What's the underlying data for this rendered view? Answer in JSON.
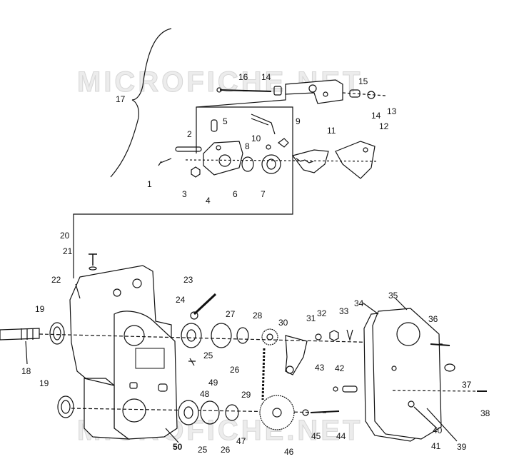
{
  "watermark": "MICROFICHE.NET",
  "colors": {
    "ink": "#111111",
    "paper": "#ffffff"
  },
  "callouts": [
    {
      "id": "c1",
      "text": "1"
    },
    {
      "id": "c2",
      "text": "2"
    },
    {
      "id": "c3",
      "text": "3"
    },
    {
      "id": "c4",
      "text": "4"
    },
    {
      "id": "c5",
      "text": "5"
    },
    {
      "id": "c6",
      "text": "6"
    },
    {
      "id": "c7",
      "text": "7"
    },
    {
      "id": "c8",
      "text": "8"
    },
    {
      "id": "c9",
      "text": "9"
    },
    {
      "id": "c10",
      "text": "10"
    },
    {
      "id": "c11",
      "text": "11"
    },
    {
      "id": "c12",
      "text": "12"
    },
    {
      "id": "c13",
      "text": "13"
    },
    {
      "id": "c14a",
      "text": "14"
    },
    {
      "id": "c14b",
      "text": "14"
    },
    {
      "id": "c15",
      "text": "15"
    },
    {
      "id": "c16",
      "text": "16"
    },
    {
      "id": "c17",
      "text": "17"
    },
    {
      "id": "c18",
      "text": "18"
    },
    {
      "id": "c19a",
      "text": "19"
    },
    {
      "id": "c19b",
      "text": "19"
    },
    {
      "id": "c20",
      "text": "20"
    },
    {
      "id": "c21",
      "text": "21"
    },
    {
      "id": "c22",
      "text": "22"
    },
    {
      "id": "c23",
      "text": "23"
    },
    {
      "id": "c24",
      "text": "24"
    },
    {
      "id": "c25a",
      "text": "25"
    },
    {
      "id": "c25b",
      "text": "25"
    },
    {
      "id": "c26a",
      "text": "26"
    },
    {
      "id": "c26b",
      "text": "26"
    },
    {
      "id": "c27",
      "text": "27"
    },
    {
      "id": "c28",
      "text": "28"
    },
    {
      "id": "c29",
      "text": "29"
    },
    {
      "id": "c30",
      "text": "30"
    },
    {
      "id": "c31",
      "text": "31"
    },
    {
      "id": "c32",
      "text": "32"
    },
    {
      "id": "c33",
      "text": "33"
    },
    {
      "id": "c34",
      "text": "34"
    },
    {
      "id": "c35",
      "text": "35"
    },
    {
      "id": "c36",
      "text": "36"
    },
    {
      "id": "c37",
      "text": "37"
    },
    {
      "id": "c38",
      "text": "38"
    },
    {
      "id": "c39",
      "text": "39"
    },
    {
      "id": "c40",
      "text": "40"
    },
    {
      "id": "c41",
      "text": "41"
    },
    {
      "id": "c42",
      "text": "42"
    },
    {
      "id": "c43",
      "text": "43"
    },
    {
      "id": "c44",
      "text": "44"
    },
    {
      "id": "c45",
      "text": "45"
    },
    {
      "id": "c46",
      "text": "46"
    },
    {
      "id": "c47",
      "text": "47"
    },
    {
      "id": "c48",
      "text": "48"
    },
    {
      "id": "c49",
      "text": "49"
    },
    {
      "id": "c50",
      "text": "50"
    }
  ]
}
